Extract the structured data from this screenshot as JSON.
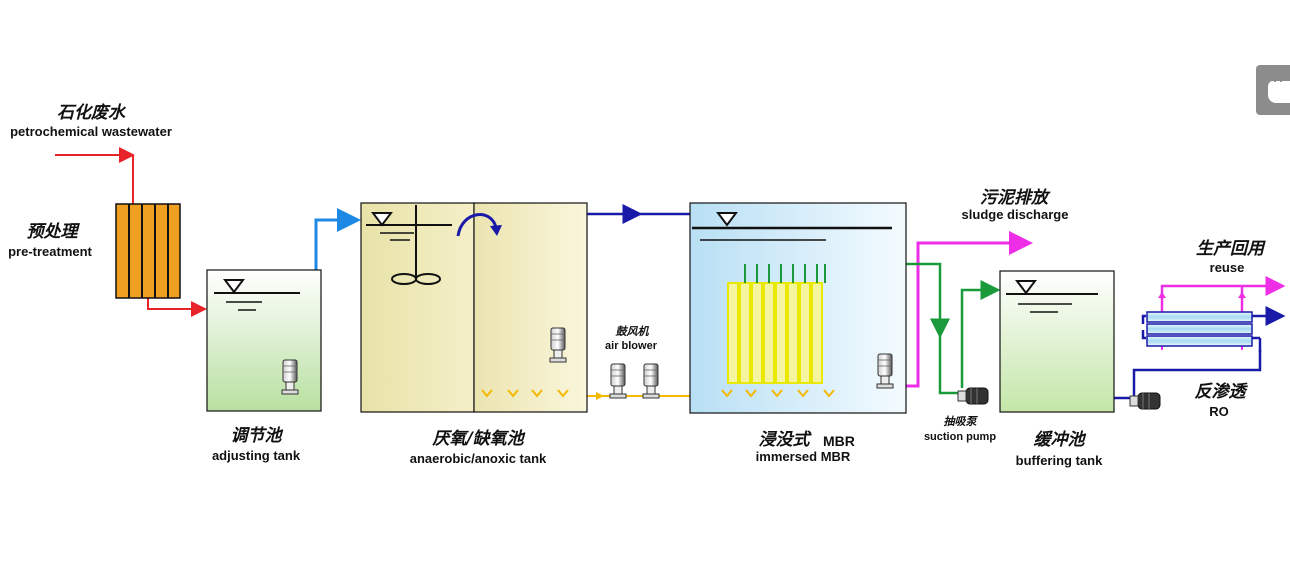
{
  "labels": {
    "wastewater_zh": "石化废水",
    "wastewater_en": "petrochemical wastewater",
    "pretreatment_zh": "预处理",
    "pretreatment_en": "pre-treatment",
    "adjusting_zh": "调节池",
    "adjusting_en": "adjusting tank",
    "anaerobic_zh": "厌氧/缺氧池",
    "anaerobic_en": "anaerobic/anoxic tank",
    "blower_zh": "鼓风机",
    "blower_en": "air blower",
    "mbr_zh": "浸没式",
    "mbr_zh_suffix": "MBR",
    "mbr_en": "immersed MBR",
    "sludge_zh": "污泥排放",
    "sludge_en": "sludge discharge",
    "suction_zh": "抽吸泵",
    "suction_en": "suction pump",
    "buffering_zh": "缓冲池",
    "buffering_en": "buffering tank",
    "reuse_zh": "生产回用",
    "reuse_en": "reuse",
    "ro_zh": "反渗透",
    "ro_en": "RO"
  },
  "colors": {
    "wastewater_line": "#e8232a",
    "water_line": "#1e88e5",
    "mbr_line": "#1a1aa8",
    "air_line": "#f5b800",
    "sludge_line": "#ee2ee6",
    "permeate_line": "#1a9a3a",
    "screen_fill": "#f0a020",
    "membrane_fill": "#f5f5a0"
  },
  "icons": {
    "side_widget": "cup-icon"
  }
}
